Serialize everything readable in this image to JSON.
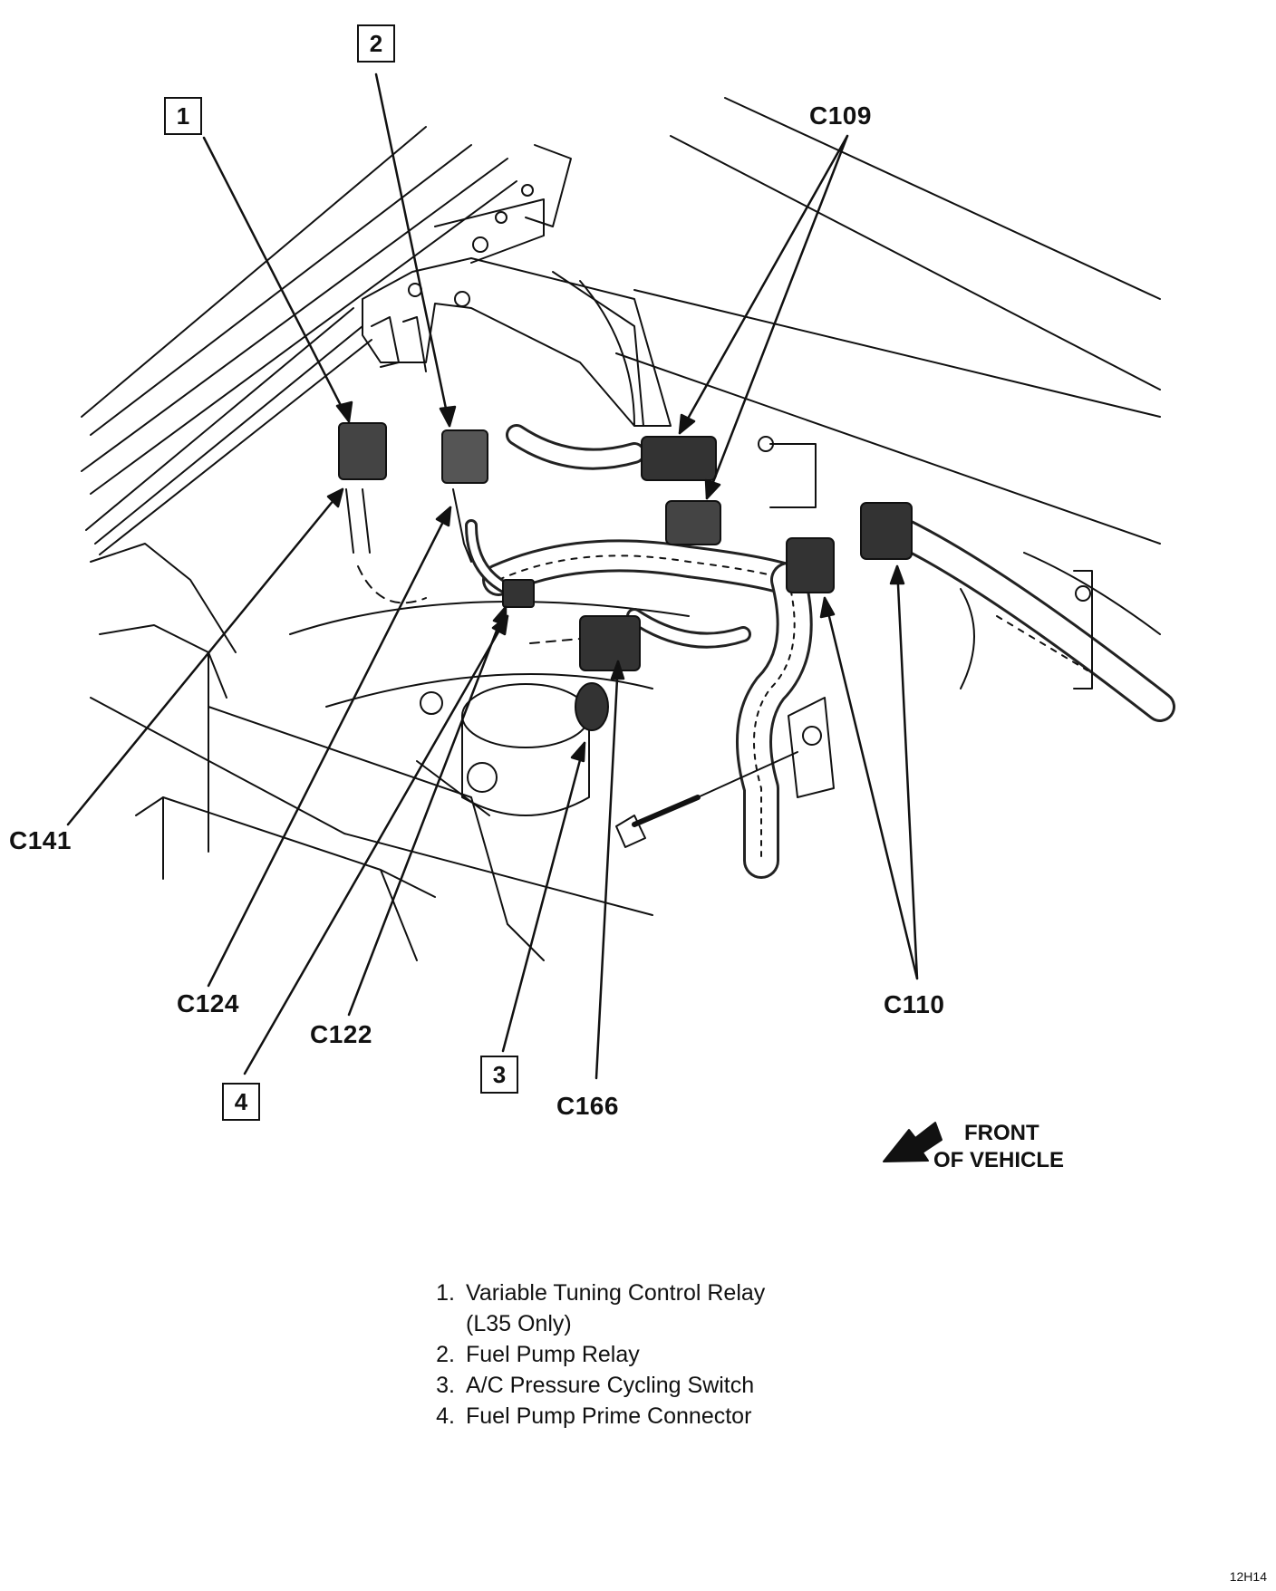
{
  "callouts": {
    "c1": "1",
    "c2": "2",
    "c3": "3",
    "c4": "4"
  },
  "connectors": {
    "c109": "C109",
    "c141": "C141",
    "c124": "C124",
    "c122": "C122",
    "c166": "C166",
    "c110": "C110"
  },
  "orientation": {
    "line1": "FRONT",
    "line2": "OF VEHICLE"
  },
  "legend": {
    "items": [
      {
        "num": "1.",
        "text": "Variable Tuning Control Relay",
        "sub": "(L35 Only)"
      },
      {
        "num": "2.",
        "text": "Fuel Pump Relay"
      },
      {
        "num": "3.",
        "text": "A/C Pressure Cycling Switch"
      },
      {
        "num": "4.",
        "text": "Fuel Pump Prime Connector"
      }
    ]
  },
  "figure_id": "12H14"
}
